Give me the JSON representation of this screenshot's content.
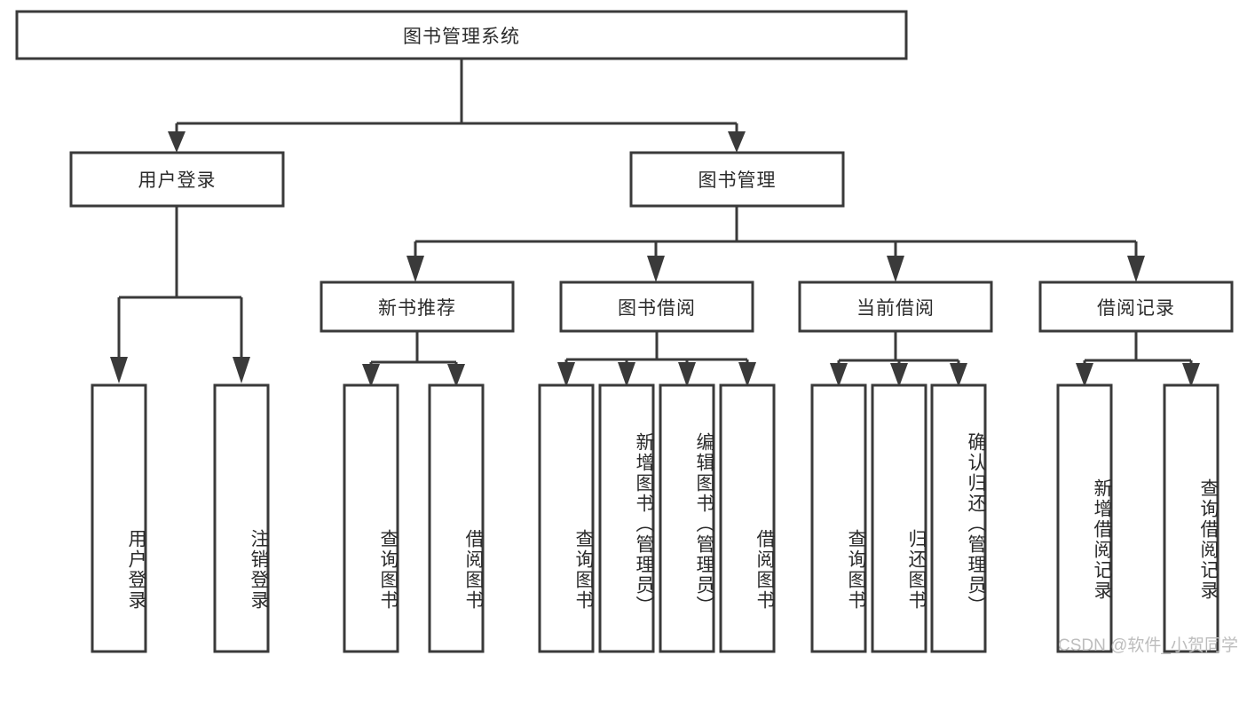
{
  "diagram": {
    "type": "tree",
    "title": "图书管理系统",
    "watermark": "CSDN @软件_小贺同学",
    "root": {
      "label": "图书管理系统"
    },
    "level2": [
      {
        "label": "用户登录"
      },
      {
        "label": "图书管理"
      }
    ],
    "level3": [
      {
        "label": "新书推荐"
      },
      {
        "label": "图书借阅"
      },
      {
        "label": "当前借阅"
      },
      {
        "label": "借阅记录"
      }
    ],
    "leaves": {
      "user_login": [
        {
          "label": "用户登录"
        },
        {
          "label": "注销登录"
        }
      ],
      "new_book": [
        {
          "label": "查询图书"
        },
        {
          "label": "借阅图书"
        }
      ],
      "book_borrow": [
        {
          "label": "查询图书"
        },
        {
          "label": "新增图书（管理员）"
        },
        {
          "label": "编辑图书（管理员）"
        },
        {
          "label": "借阅图书"
        }
      ],
      "current_borrow": [
        {
          "label": "查询图书"
        },
        {
          "label": "归还图书"
        },
        {
          "label": "确认归还（管理员）"
        }
      ],
      "borrow_record": [
        {
          "label": "新增借阅记录"
        },
        {
          "label": "查询借阅记录"
        }
      ]
    },
    "colors": {
      "stroke": "#3a3a3a",
      "fill": "#ffffff",
      "text": "#2b2b2b",
      "watermark": "#bdbdbd"
    }
  }
}
